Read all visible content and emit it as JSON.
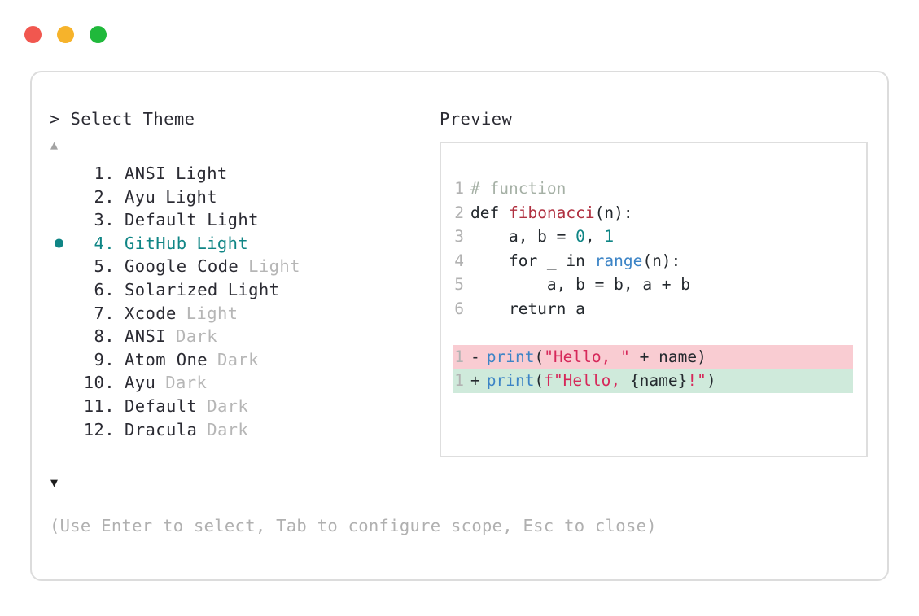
{
  "window": {
    "traffic_lights": [
      {
        "name": "close",
        "color": "#f1574f"
      },
      {
        "name": "minimize",
        "color": "#f6b32b"
      },
      {
        "name": "maximize",
        "color": "#20b93b"
      }
    ]
  },
  "left": {
    "prompt": "> Select Theme",
    "scroll_up_glyph": "▲",
    "scroll_down_glyph": "▼",
    "selected_index": 4,
    "accent_color": "#0f8585",
    "themes": [
      {
        "index": "1.",
        "name": "ANSI",
        "variant": "Light",
        "variant_muted": false
      },
      {
        "index": "2.",
        "name": "Ayu",
        "variant": "Light",
        "variant_muted": false
      },
      {
        "index": "3.",
        "name": "Default",
        "variant": "Light",
        "variant_muted": false
      },
      {
        "index": "4.",
        "name": "GitHub",
        "variant": "Light",
        "variant_muted": false
      },
      {
        "index": "5.",
        "name": "Google Code",
        "variant": "Light",
        "variant_muted": true
      },
      {
        "index": "6.",
        "name": "Solarized",
        "variant": "Light",
        "variant_muted": false
      },
      {
        "index": "7.",
        "name": "Xcode",
        "variant": "Light",
        "variant_muted": true
      },
      {
        "index": "8.",
        "name": "ANSI",
        "variant": "Dark",
        "variant_muted": true
      },
      {
        "index": "9.",
        "name": "Atom One",
        "variant": "Dark",
        "variant_muted": true
      },
      {
        "index": "10.",
        "name": "Ayu",
        "variant": "Dark",
        "variant_muted": true
      },
      {
        "index": "11.",
        "name": "Default",
        "variant": "Dark",
        "variant_muted": true
      },
      {
        "index": "12.",
        "name": "Dracula",
        "variant": "Dark",
        "variant_muted": true
      }
    ],
    "hint": "(Use Enter to select, Tab to configure scope, Esc to close)"
  },
  "right": {
    "preview_label": "Preview",
    "code": {
      "lines": [
        {
          "n": "1",
          "tokens": [
            {
              "t": "# function",
              "c": "comment"
            }
          ]
        },
        {
          "n": "2",
          "tokens": [
            {
              "t": "def ",
              "c": "plain"
            },
            {
              "t": "fibonacci",
              "c": "func"
            },
            {
              "t": "(n):",
              "c": "punct"
            }
          ]
        },
        {
          "n": "3",
          "tokens": [
            {
              "t": "    a, b = ",
              "c": "plain"
            },
            {
              "t": "0",
              "c": "num"
            },
            {
              "t": ", ",
              "c": "plain"
            },
            {
              "t": "1",
              "c": "num"
            }
          ]
        },
        {
          "n": "4",
          "tokens": [
            {
              "t": "    for _ in ",
              "c": "plain"
            },
            {
              "t": "range",
              "c": "builtin"
            },
            {
              "t": "(n):",
              "c": "punct"
            }
          ]
        },
        {
          "n": "5",
          "tokens": [
            {
              "t": "        a, b = b, a + b",
              "c": "plain"
            }
          ]
        },
        {
          "n": "6",
          "tokens": [
            {
              "t": "    return a",
              "c": "plain"
            }
          ]
        }
      ],
      "diff": [
        {
          "n": "1",
          "mark": "-",
          "kind": "del",
          "tokens": [
            {
              "t": "print",
              "c": "call"
            },
            {
              "t": "(",
              "c": "punct"
            },
            {
              "t": "\"Hello, \"",
              "c": "string"
            },
            {
              "t": " + name",
              "c": "plain"
            },
            {
              "t": ")",
              "c": "punct"
            }
          ]
        },
        {
          "n": "1",
          "mark": "+",
          "kind": "add",
          "tokens": [
            {
              "t": "print",
              "c": "call"
            },
            {
              "t": "(",
              "c": "punct"
            },
            {
              "t": "f\"Hello, ",
              "c": "string"
            },
            {
              "t": "{name}",
              "c": "plain"
            },
            {
              "t": "!\"",
              "c": "string"
            },
            {
              "t": ")",
              "c": "punct"
            }
          ]
        }
      ]
    }
  }
}
